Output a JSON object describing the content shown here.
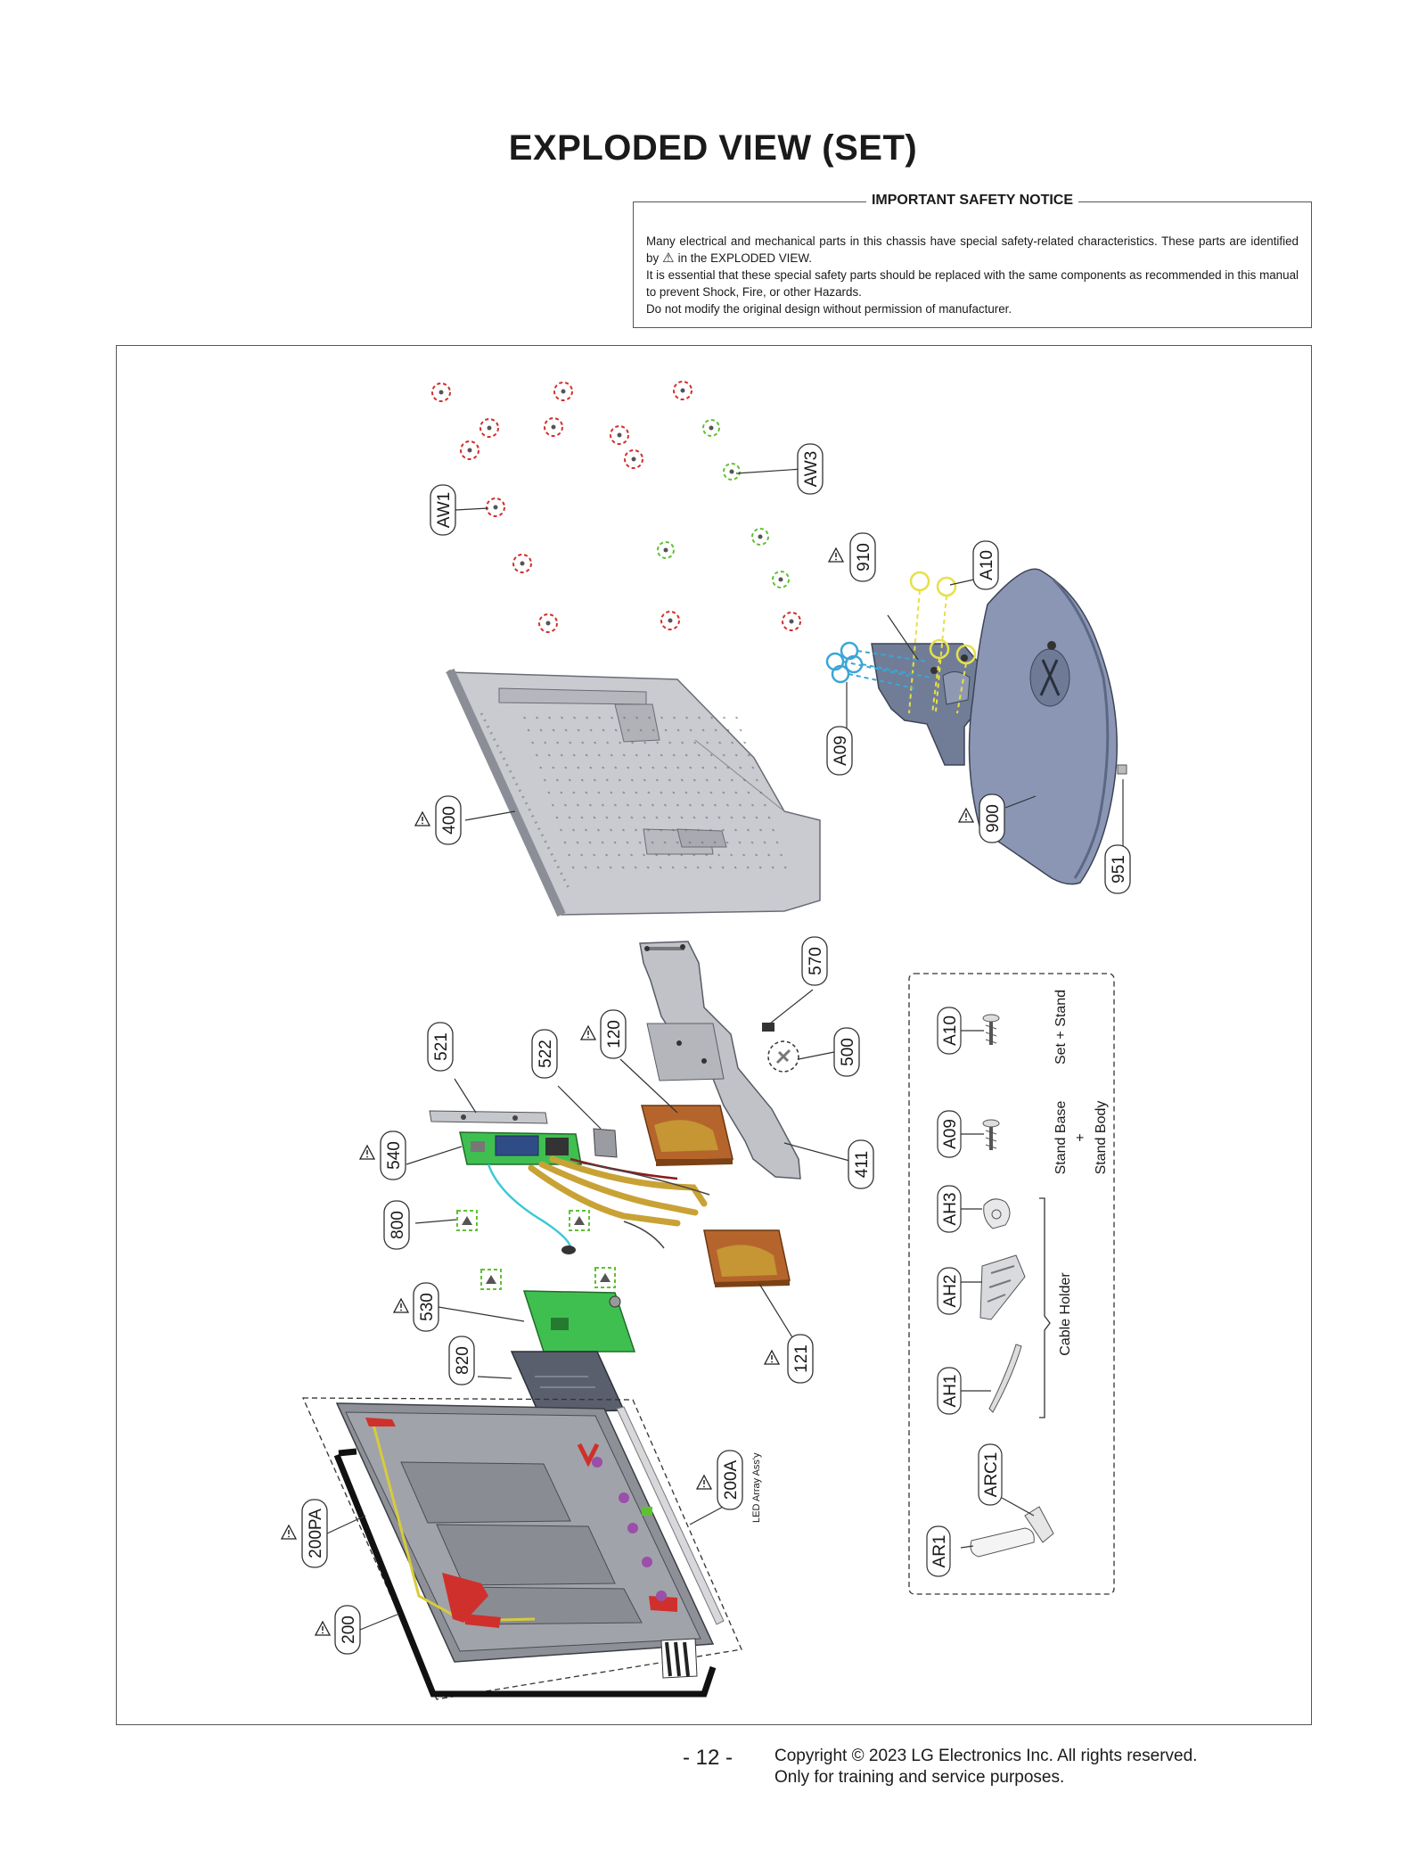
{
  "title": "EXPLODED VIEW (SET)",
  "notice": {
    "heading": "IMPORTANT SAFETY NOTICE",
    "line1a": "Many electrical and mechanical parts in this chassis have special safety-related characteristics. These parts are identified by",
    "line1b": "in the EXPLODED VIEW.",
    "line2": "It is essential that these special safety parts should be replaced with the same components as recommended in this manual to prevent Shock, Fire, or other Hazards.",
    "line3": "Do not modify the original design without permission of manufacturer."
  },
  "callouts": {
    "aw1": "AW1",
    "aw3": "AW3",
    "p910": "910",
    "a10": "A10",
    "a09": "A09",
    "p400": "400",
    "p900": "900",
    "p951": "951",
    "p570": "570",
    "p521": "521",
    "p522": "522",
    "p120": "120",
    "p500": "500",
    "p540": "540",
    "p411": "411",
    "p800": "800",
    "p530": "530",
    "p121": "121",
    "p820": "820",
    "p200a": "200A",
    "p200pa": "200PA",
    "p200": "200"
  },
  "small_label": "LED Array Ass'y",
  "accessories": {
    "a10": "A10",
    "a09": "A09",
    "ah3": "AH3",
    "ah2": "AH2",
    "ah1": "AH1",
    "arc1": "ARC1",
    "ar1": "AR1",
    "set_stand": "Set + Stand",
    "stand_base": "Stand Base",
    "plus": "+",
    "stand_body": "Stand Body",
    "cable_holder": "Cable Holder"
  },
  "footer": {
    "page_number": "- 12 -",
    "copyright_line1": "Copyright © 2023 LG Electronics Inc. All rights reserved.",
    "copyright_line2": "Only for training and service purposes."
  },
  "colors": {
    "screw_red": "#d0302b",
    "screw_green": "#5fc132",
    "highlight_yellow": "#e6e04a",
    "highlight_blue": "#3aa6d6",
    "board_green": "#3fbf50",
    "bracket_brown": "#b5652c",
    "frame_black": "#111111",
    "outline": "#555555"
  }
}
